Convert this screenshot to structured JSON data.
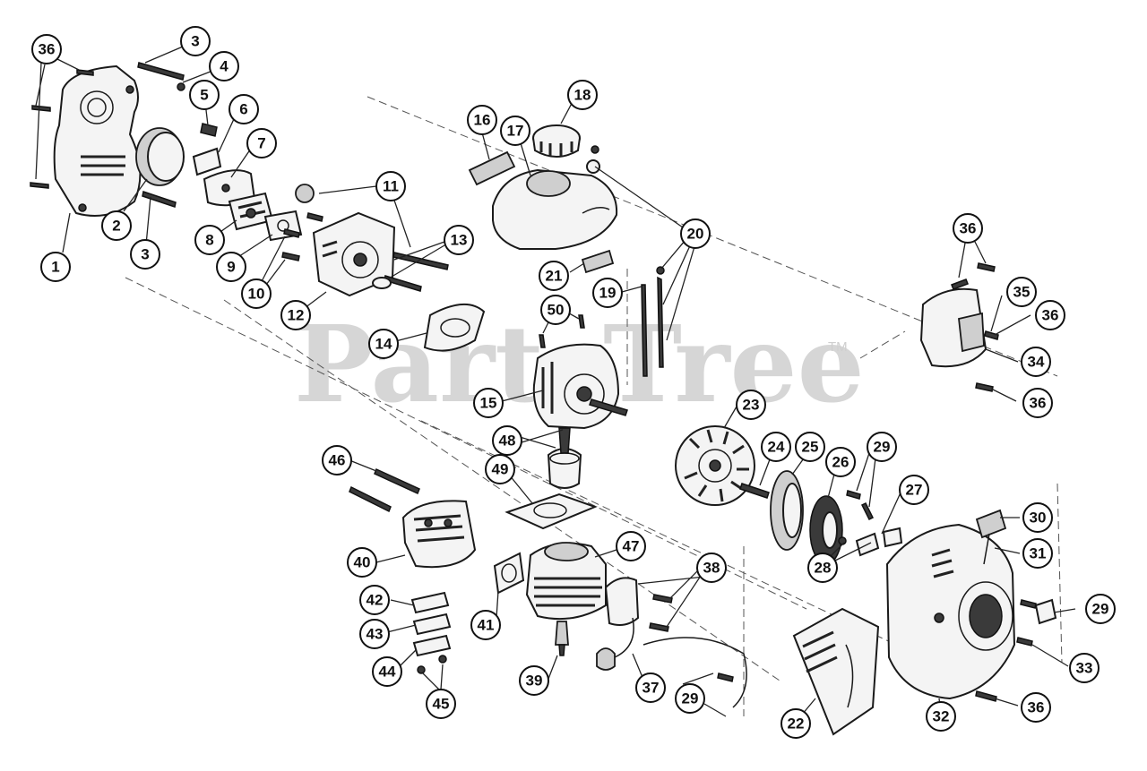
{
  "watermark": {
    "text": "PartsTree",
    "trademark": "TM"
  },
  "callouts": [
    "1",
    "2",
    "3",
    "3",
    "4",
    "5",
    "6",
    "7",
    "8",
    "9",
    "10",
    "11",
    "12",
    "13",
    "14",
    "15",
    "16",
    "17",
    "18",
    "19",
    "20",
    "21",
    "22",
    "23",
    "24",
    "25",
    "26",
    "27",
    "28",
    "29",
    "29",
    "29",
    "29",
    "30",
    "31",
    "32",
    "33",
    "34",
    "35",
    "36",
    "36",
    "36",
    "36",
    "36",
    "37",
    "38",
    "39",
    "40",
    "41",
    "42",
    "43",
    "44",
    "45",
    "46",
    "47",
    "48",
    "49",
    "50"
  ]
}
